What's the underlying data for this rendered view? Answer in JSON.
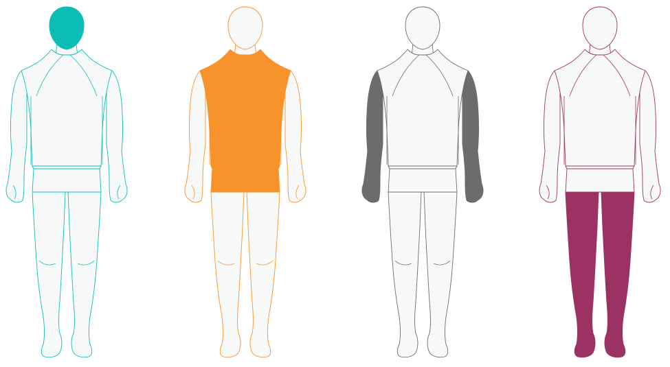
{
  "figures": [
    {
      "name": "head",
      "region": "head",
      "color": "#0bbdb6"
    },
    {
      "name": "trunk",
      "region": "trunk",
      "color": "#f7932a"
    },
    {
      "name": "arms",
      "region": "arms",
      "color": "#6c6c6c"
    },
    {
      "name": "legs",
      "region": "legs",
      "color": "#9c3264"
    }
  ],
  "fill_base": "#f7f9f9"
}
